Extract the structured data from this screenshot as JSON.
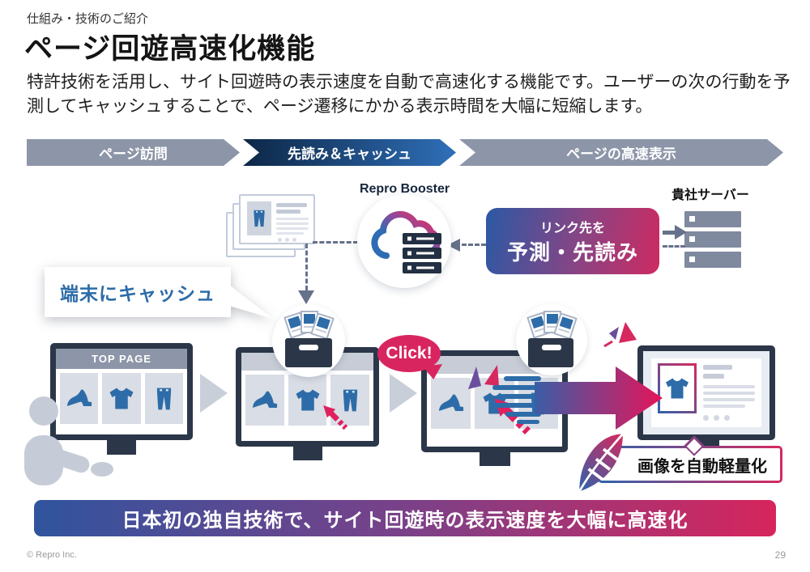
{
  "slide": {
    "eyebrow": "仕組み・技術のご紹介",
    "title": "ページ回遊高速化機能",
    "description": "特許技術を活用し、サイト回遊時の表示速度を自動で高速化する機能です。ユーザーの次の行動を予測してキャッシュすることで、ページ遷移にかかる表示時間を大幅に短縮します。",
    "footer": {
      "copyright": "© Repro Inc.",
      "page_number": "29"
    }
  },
  "process_steps": [
    {
      "label": "ページ訪問"
    },
    {
      "label": "先読み＆キャッシュ"
    },
    {
      "label": "ページの高速表示"
    }
  ],
  "diagram": {
    "booster_label": "Repro Booster",
    "server_label": "貴社サーバー",
    "prediction_box": {
      "line1": "リンク先を",
      "line2": "予測・先読み"
    },
    "cache_bubble_label": "端末にキャッシュ",
    "click_label": "Click!",
    "top_page_label": "TOP PAGE",
    "image_optimize_label": "画像を自動軽量化"
  },
  "bottom_banner": {
    "text": "日本初の独自技術で、サイト回遊時の表示速度を大幅に高速化"
  },
  "colors": {
    "accent_blue": "#2d6ca8",
    "accent_pink": "#d9255f",
    "gradient_blue": "#2b59a4",
    "gradient_pink": "#d6295e",
    "slate_gray": "#8d95a8",
    "dark_navy": "#2b3749",
    "tile_gray": "#d9dde5",
    "step_active_dark": "#0d2746",
    "step_active_light": "#2f6fb8"
  }
}
